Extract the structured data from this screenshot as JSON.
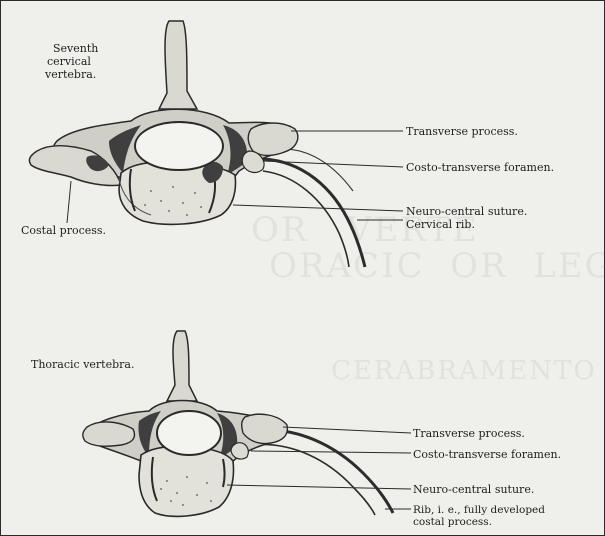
{
  "colors": {
    "paper": "#efefec",
    "ink": "#1e1e1e",
    "bone": "#dcdcd5",
    "shadow": "#3c3c3c"
  },
  "top": {
    "title": [
      "Seventh",
      "cervical",
      "vertebra."
    ],
    "labels": {
      "transverse": "Transverse process.",
      "foramen": "Costo-transverse foramen.",
      "suture": "Neuro-central suture.",
      "rib": "Cervical rib.",
      "costal": "Costal process."
    }
  },
  "bottom": {
    "title": "Thoracic vertebra.",
    "labels": {
      "transverse": "Transverse process.",
      "foramen": "Costo-transverse foramen.",
      "suture": "Neuro-central suture.",
      "rib_line1": "Rib, i. e., fully developed",
      "rib_line2": "costal process."
    }
  }
}
